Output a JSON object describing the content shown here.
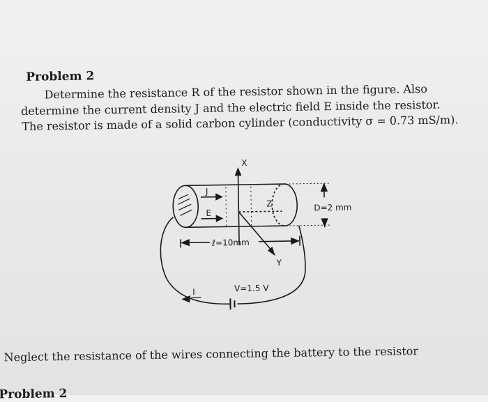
{
  "problem": {
    "title": "Problem 2",
    "line1": "Determine the resistance R of the resistor shown in the figure. Also",
    "line2": "determine the current density J and the electric field E inside the resistor.",
    "line3": "The resistor is made of a solid carbon cylinder (conductivity σ = 0.73 mS/m)."
  },
  "figure": {
    "axis_x": "X",
    "axis_y": "Y",
    "axis_z": "Z",
    "current_density": "J",
    "electric_field": "E",
    "diameter": "D=2 mm",
    "length": "ℓ=10mm",
    "current": "I",
    "voltage": "V=1.5 V"
  },
  "footer": {
    "neglect": "Neglect the resistance of the wires connecting the battery to the resistor",
    "next_problem": "Problem 2"
  }
}
